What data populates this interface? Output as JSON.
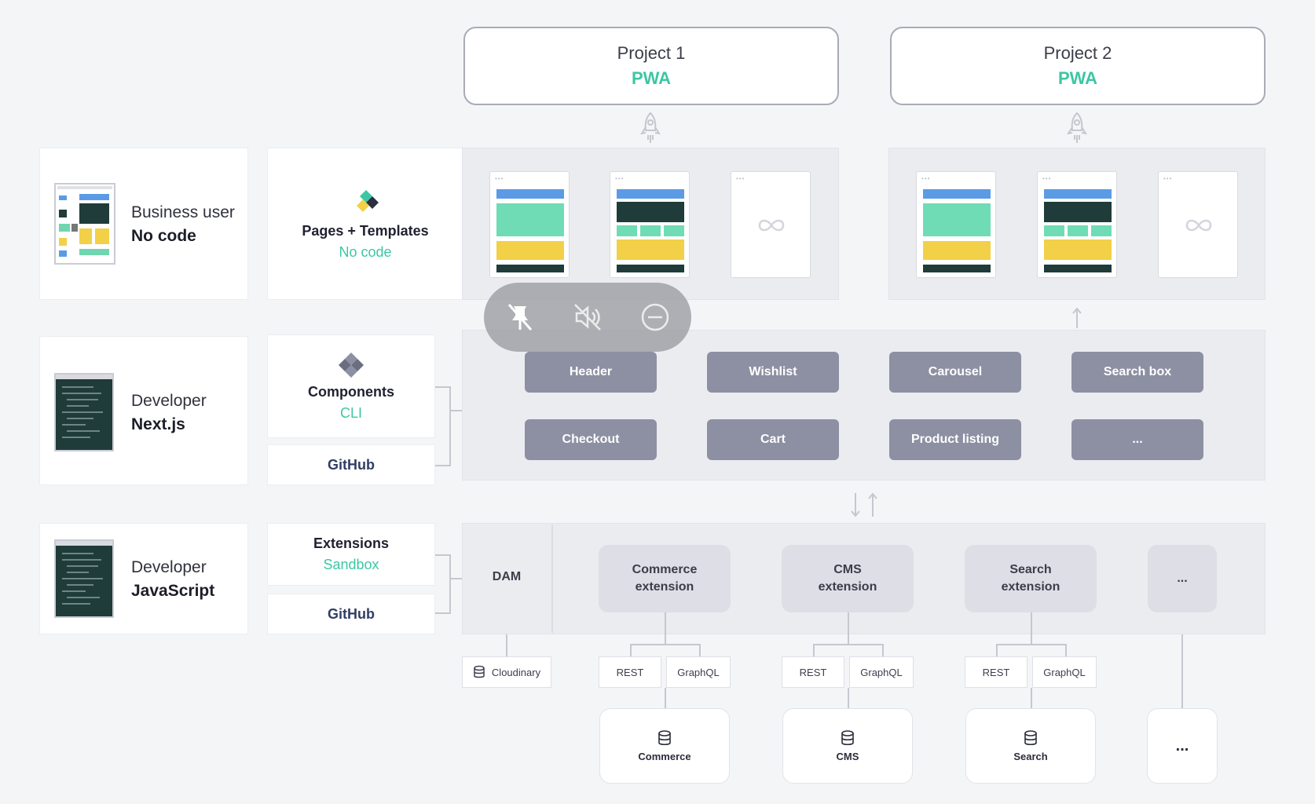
{
  "projects": [
    {
      "title": "Project 1",
      "type": "PWA"
    },
    {
      "title": "Project 2",
      "type": "PWA"
    }
  ],
  "personas": [
    {
      "role": "Business user",
      "tech": "No code"
    },
    {
      "role": "Developer",
      "tech": "Next.js"
    },
    {
      "role": "Developer",
      "tech": "JavaScript"
    }
  ],
  "tools": {
    "pages": {
      "title": "Pages + Templates",
      "subtitle": "No code"
    },
    "components": {
      "title": "Components",
      "subtitle": "CLI",
      "repo": "GitHub"
    },
    "extensions": {
      "title": "Extensions",
      "subtitle": "Sandbox",
      "repo": "GitHub"
    }
  },
  "components": [
    "Header",
    "Wishlist",
    "Carousel",
    "Search box",
    "Checkout",
    "Cart",
    "Product listing",
    "..."
  ],
  "dam": {
    "label": "DAM",
    "provider": "Cloudinary"
  },
  "extensions": [
    "Commerce\nextension",
    "CMS\nextension",
    "Search\nextension",
    "..."
  ],
  "apis": [
    "REST",
    "GraphQL"
  ],
  "backends": [
    "Commerce",
    "CMS",
    "Search",
    "..."
  ],
  "colors": {
    "accent": "#3cc7a3",
    "component": "#8c90a2",
    "panel": "#ebecf0"
  }
}
